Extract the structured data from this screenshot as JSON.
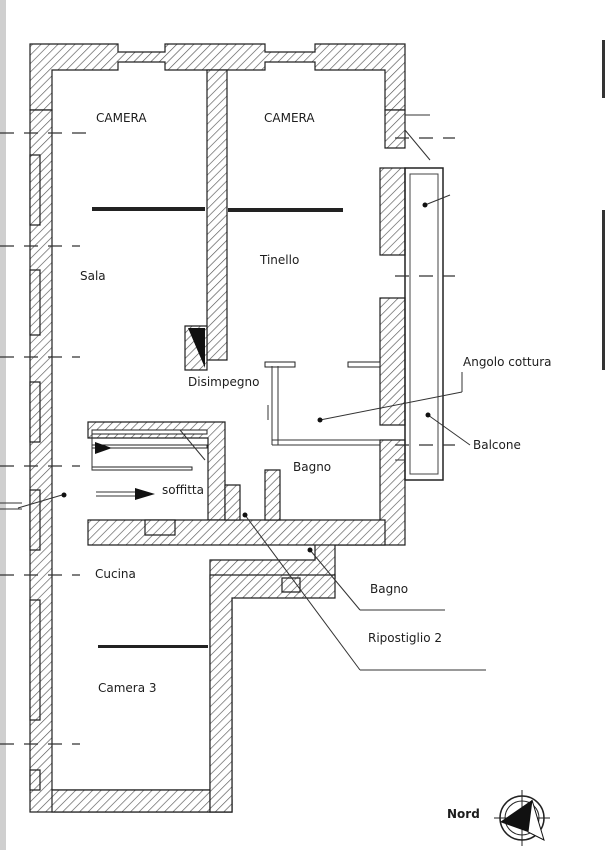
{
  "rooms": {
    "camera_left": "CAMERA",
    "camera_right": "CAMERA",
    "sala": "Sala",
    "tinello": "Tinello",
    "disimpegno": "Disimpegno",
    "angolo_cottura": "Angolo cottura",
    "balcone": "Balcone",
    "bagno_1": "Bagno",
    "soffitta": "soffitta",
    "cucina": "Cucina",
    "bagno_2": "Bagno",
    "ripostiglio": "Ripostiglio 2",
    "camera_3": "Camera 3"
  },
  "compass": {
    "label": "Nord"
  }
}
